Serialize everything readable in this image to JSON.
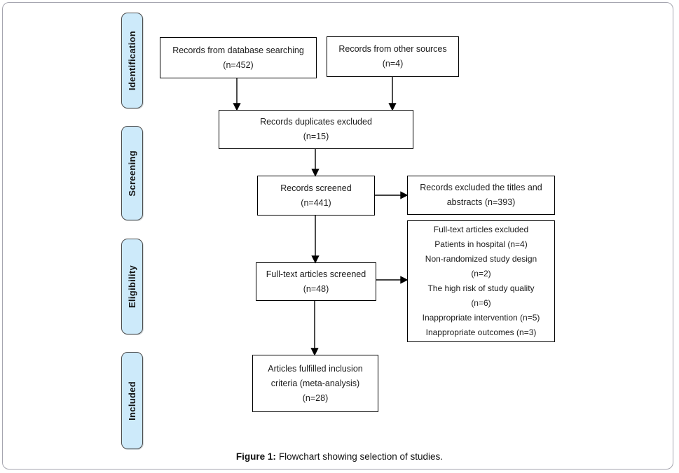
{
  "colors": {
    "stage_fill": "#cdeafa",
    "stage_border": "#4d4d4d",
    "box_border": "#000000",
    "frame_border": "#a5a5af"
  },
  "stages": {
    "identification": "Identification",
    "screening": "Screening",
    "eligibility": "Eligibility",
    "included": "Included"
  },
  "boxes": {
    "database_search": {
      "lines": [
        "Records from database searching",
        "(n=452)"
      ]
    },
    "other_sources": {
      "lines": [
        "Records from other sources",
        "(n=4)"
      ]
    },
    "duplicates_excluded": {
      "lines": [
        "Records duplicates excluded",
        "(n=15)"
      ]
    },
    "records_screened": {
      "lines": [
        "Records screened",
        "(n=441)"
      ]
    },
    "records_excluded": {
      "lines": [
        "Records excluded the titles and",
        "abstracts (n=393)"
      ]
    },
    "fulltext_screened": {
      "lines": [
        "Full-text articles screened",
        "(n=48)"
      ]
    },
    "fulltext_excluded": {
      "lines": [
        "Full-text articles excluded",
        "Patients in hospital (n=4)",
        "Non-randomized study design",
        "(n=2)",
        "The high risk of study quality",
        "(n=6)",
        "Inappropriate intervention (n=5)",
        "Inappropriate outcomes (n=3)"
      ]
    },
    "included_articles": {
      "lines": [
        "Articles fulfilled inclusion",
        "criteria (meta-analysis)",
        "(n=28)"
      ]
    }
  },
  "caption": {
    "label": "Figure 1:",
    "text": "Flowchart showing selection of studies."
  }
}
